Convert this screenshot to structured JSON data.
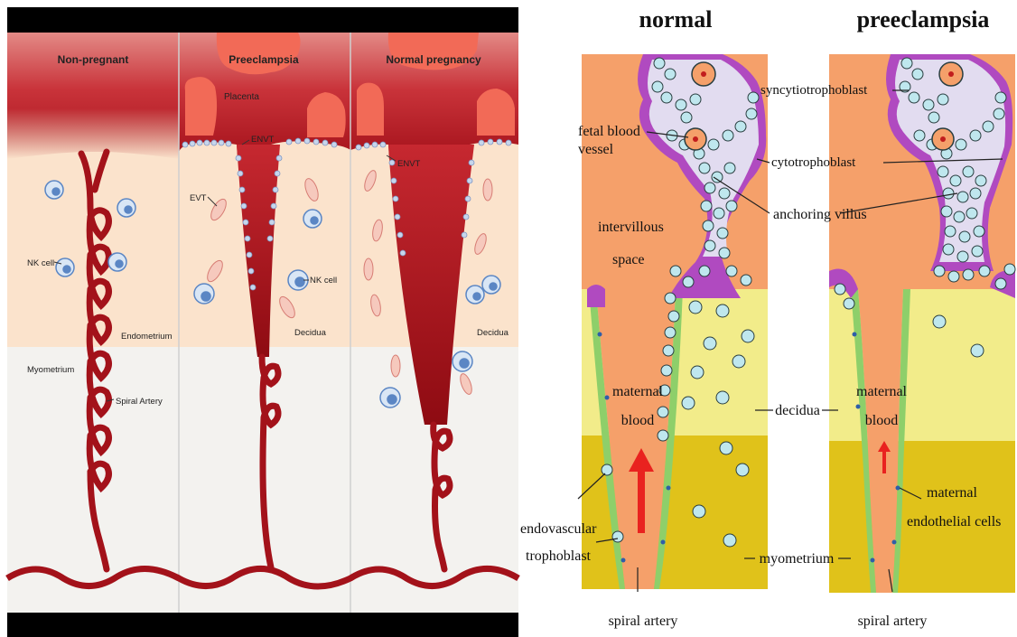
{
  "left_panel": {
    "column_titles": [
      "Non-pregnant",
      "Preeclampsia",
      "Normal pregnancy"
    ],
    "labels": {
      "placenta": "Placenta",
      "envt": "ENVT",
      "evt": "EVT",
      "nk_cell": "NK cell",
      "endometrium": "Endometrium",
      "myometrium": "Myometrium",
      "spiral_artery": "Spiral Artery",
      "decidua": "Decidua"
    }
  },
  "right_panel": {
    "titles": [
      "normal",
      "preeclampsia"
    ],
    "labels": {
      "syncytiotrophoblast": "syncytiotrophoblast",
      "fetal_blood_vessel_1": "fetal blood",
      "fetal_blood_vessel_2": "vessel",
      "cytotrophoblast": "cytotrophoblast",
      "anchoring_villus": "anchoring villus",
      "intervillous_space_1": "intervillous",
      "intervillous_space_2": "space",
      "maternal_blood_1": "maternal",
      "maternal_blood_2": "blood",
      "decidua": "decidua",
      "maternal_endothelial_1": "maternal",
      "maternal_endothelial_2": "endothelial cells",
      "endovascular_1": "endovascular",
      "endovascular_2": "trophoblast",
      "myometrium": "myometrium",
      "spiral_artery": "spiral artery"
    }
  },
  "colors": {
    "placenta_red": "#f26a57",
    "decidua_peach": "#fbe3cc",
    "myometrium_gray": "#f3f2ef",
    "artery_red": "#a3121a",
    "nk_cell_blue": "#5b86c4",
    "right_orange": "#f5a06a",
    "right_yellow": "#f2ec8a",
    "right_mustard": "#e0c21a",
    "villus_purple": "#b04ac0",
    "villus_lavender": "#e2dcf0",
    "cell_cyan": "#bfe7ee"
  }
}
